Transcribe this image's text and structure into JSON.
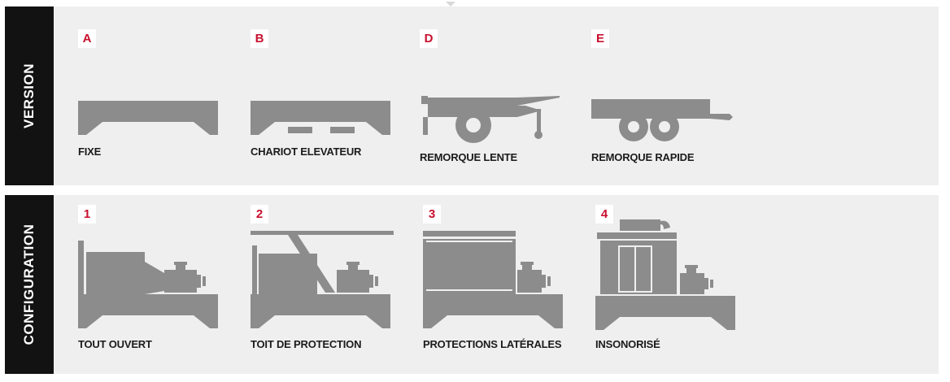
{
  "colors": {
    "accent": "#c8102e",
    "icon_gray": "#8c8c8c",
    "panel_bg": "#efefef",
    "bar_bg": "#121212"
  },
  "version": {
    "title": "VERSION",
    "items": [
      {
        "badge": "A",
        "label": "FIXE",
        "icon": "fixed-base-icon"
      },
      {
        "badge": "B",
        "label": "CHARIOT ELEVATEUR",
        "icon": "forklift-base-icon"
      },
      {
        "badge": "D",
        "label": "REMORQUE LENTE",
        "icon": "slow-trailer-icon"
      },
      {
        "badge": "E",
        "label": "REMORQUE RAPIDE",
        "icon": "fast-trailer-icon"
      }
    ]
  },
  "configuration": {
    "title": "CONFIGURATION",
    "items": [
      {
        "badge": "1",
        "label": "TOUT OUVERT",
        "icon": "open-skid-icon"
      },
      {
        "badge": "2",
        "label": "TOIT DE PROTECTION",
        "icon": "protective-roof-icon"
      },
      {
        "badge": "3",
        "label": "PROTECTIONS LATÉRALES",
        "icon": "side-protection-icon"
      },
      {
        "badge": "4",
        "label": "INSONORISÉ",
        "icon": "soundproof-canopy-icon"
      }
    ]
  }
}
